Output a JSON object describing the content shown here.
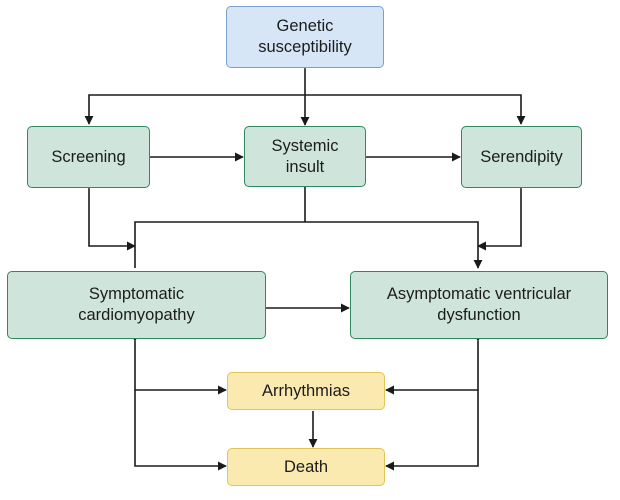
{
  "nodes": {
    "genetic": "Genetic\nsusceptibility",
    "screening": "Screening",
    "systemic": "Systemic\ninsult",
    "serendipity": "Serendipity",
    "symptomatic": "Symptomatic\ncardiomyopathy",
    "asymptomatic": "Asymptomatic ventricular\ndysfunction",
    "arrhythmias": "Arrhythmias",
    "death": "Death"
  },
  "colors": {
    "green_fill": "#cfe5dc",
    "green_border": "#2e8a5c",
    "blue_fill": "#d6e6f7",
    "blue_border": "#7a9fd0",
    "yellow_fill": "#fbeab0",
    "yellow_border": "#e2c45a",
    "arrow": "#1a1a1a"
  }
}
